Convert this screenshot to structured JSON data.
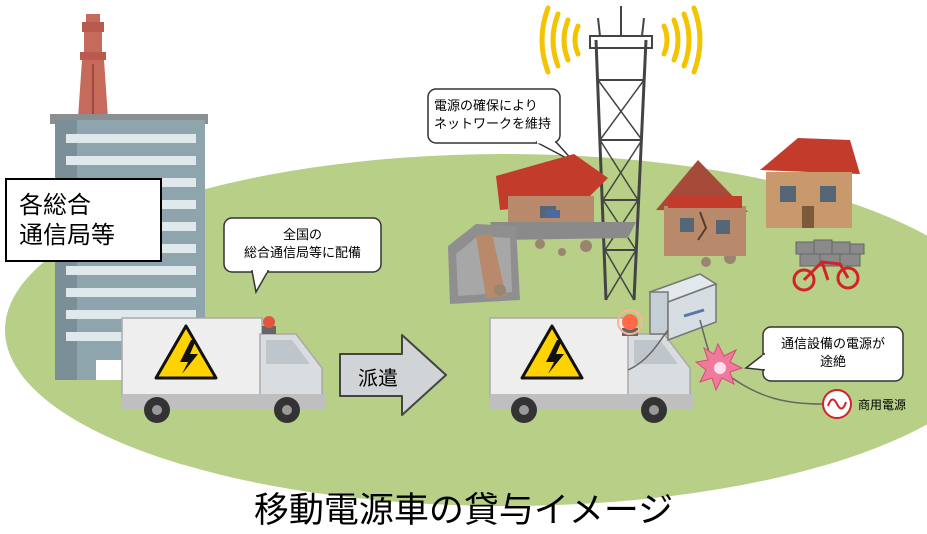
{
  "office_label": {
    "line1": "各総合",
    "line2": "通信局等"
  },
  "deploy_bubble": {
    "line1": "全国の",
    "line2": "総合通信局等に配備"
  },
  "network_bubble": {
    "line1": "電源の確保により",
    "line2": "ネットワークを維持"
  },
  "outage_bubble": {
    "line1": "通信設備の電源が",
    "line2": "途絶"
  },
  "dispatch_arrow_label": "派遣",
  "commercial_power_label": "商用電源",
  "title": "移動電源車の貸与イメージ",
  "colors": {
    "ground": "#b7cf86",
    "building": "#8ea5ad",
    "chimney": "#c66a5c",
    "truck_cab": "#d9dde0",
    "warning_yellow": "#ffd200",
    "signal_yellow": "#f5c400",
    "roof_red": "#c23b2b",
    "tower": "#444444",
    "arrow": "#d0d4d6",
    "spark": "#f07a9e",
    "bicycle": "#d2232a"
  },
  "icons": [
    "warning-triangle-icon",
    "radio-signal-icon",
    "ac-power-icon",
    "spark-icon",
    "beacon-icon"
  ]
}
